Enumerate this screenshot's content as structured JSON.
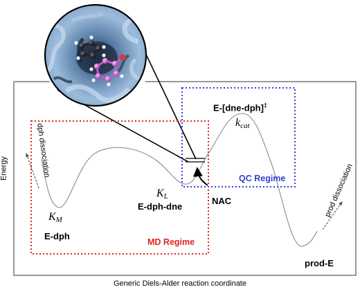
{
  "diagram": {
    "axes": {
      "y_label": "Energy",
      "x_label": "Generic Diels-Alder reaction coordinate"
    },
    "labels": {
      "k_m": {
        "base": "K",
        "sub": "M"
      },
      "k_l": {
        "base": "K",
        "sub": "L"
      },
      "k_cat": {
        "base": "k",
        "sub": "cat"
      },
      "e_dph": "E-dph",
      "e_dph_dne": "E-dph-dne",
      "transition_state": "E-[dne-dph]",
      "transition_state_mark": "‡",
      "nac": "NAC",
      "prod_e": "prod-E",
      "dph_dissociation": "dph dissociation",
      "prod_dissociation": "prod dissociation"
    },
    "regimes": {
      "md": {
        "label": "MD Regime",
        "color": "#e22222"
      },
      "qc": {
        "label": "QC Regime",
        "color": "#2f3fd8"
      }
    },
    "colors": {
      "surface": "#8fb3d6",
      "surface_dark": "#3d5f84",
      "ligand_pink": "#d77ad6",
      "ligand_dark": "#222222",
      "curve": "#8a8a8a"
    }
  }
}
